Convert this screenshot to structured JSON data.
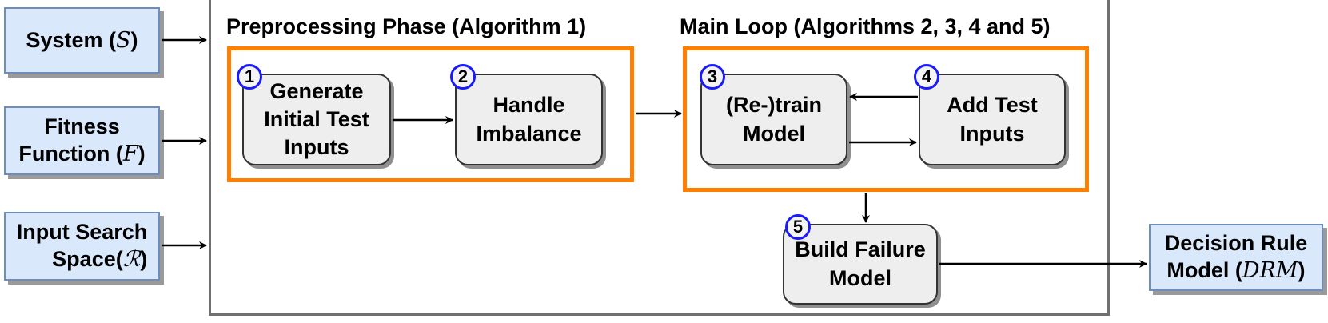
{
  "inputs": {
    "system": {
      "label": "System (",
      "symbol": "S",
      "close": ")"
    },
    "fitness": {
      "line1": "Fitness",
      "label": "Function (",
      "symbol": "F",
      "close": ")"
    },
    "search_space": {
      "line1": "Input Search",
      "label": "Space(",
      "symbol": "ℛ",
      "close": ")"
    }
  },
  "phases": {
    "preprocessing": {
      "title": "Preprocessing Phase (Algorithm 1)"
    },
    "main_loop": {
      "title": "Main Loop (Algorithms 2, 3, 4 and 5)"
    }
  },
  "steps": [
    {
      "number": "1",
      "line1": "Generate",
      "line2": "Initial Test",
      "line3": "Inputs"
    },
    {
      "number": "2",
      "line1": "Handle",
      "line2": "Imbalance"
    },
    {
      "number": "3",
      "line1": "(Re-)train",
      "line2": "Model"
    },
    {
      "number": "4",
      "line1": "Add Test",
      "line2": "Inputs"
    },
    {
      "number": "5",
      "line1": "Build Failure",
      "line2": "Model"
    }
  ],
  "output": {
    "line1": "Decision Rule",
    "label": "Model (",
    "symbol": "DRM",
    "close": ")"
  },
  "colors": {
    "input_fill": "#dae8fc",
    "input_border": "#6c8ebf",
    "phase_border": "#ff8000",
    "step_fill": "#eeeeee",
    "badge_border": "#1a1aff"
  }
}
